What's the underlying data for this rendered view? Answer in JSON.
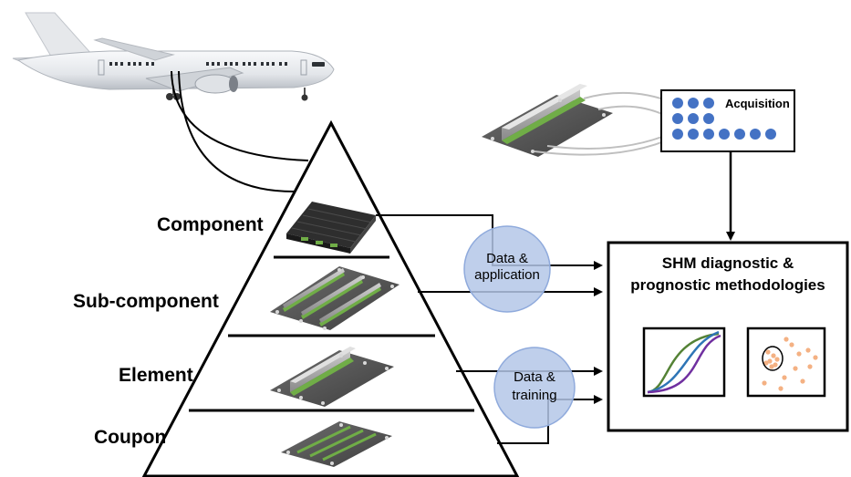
{
  "levels": {
    "component": "Component",
    "sub_component": "Sub-component",
    "element": "Element",
    "coupon": "Coupon"
  },
  "acquisition": {
    "label": "Acquisition",
    "dot_rows": [
      3,
      3,
      7
    ]
  },
  "shm_box": {
    "title_line1": "SHM diagnostic &",
    "title_line2": "prognostic methodologies"
  },
  "bubble_top": {
    "line1": "Data &",
    "line2": "application"
  },
  "bubble_bottom": {
    "line1": "Data &",
    "line2": "training"
  },
  "colors": {
    "bubble_fill": "#b4c7e7",
    "dot": "#4472c4",
    "scatter_dot": "#f4b183",
    "curve_green": "#548235",
    "curve_blue": "#2e75b6",
    "curve_purple": "#7030a0",
    "plate": "#595959",
    "stringer": "#a6a6a6",
    "sensor": "#70ad47"
  }
}
